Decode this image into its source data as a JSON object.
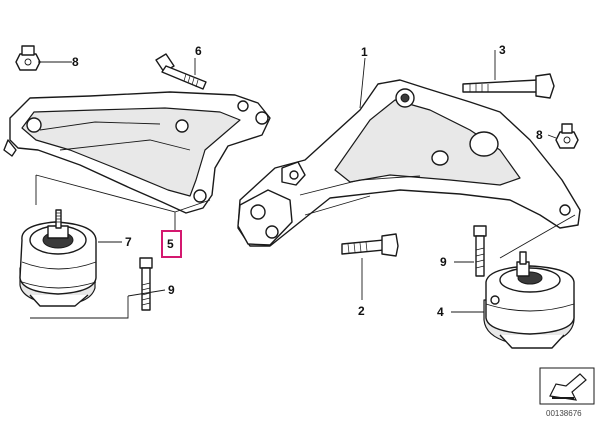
{
  "diagram": {
    "callouts": [
      {
        "id": "c1",
        "label": "1"
      },
      {
        "id": "c2",
        "label": "2"
      },
      {
        "id": "c3",
        "label": "3"
      },
      {
        "id": "c4",
        "label": "4"
      },
      {
        "id": "c5",
        "label": "5",
        "highlighted": true
      },
      {
        "id": "c6",
        "label": "6"
      },
      {
        "id": "c7",
        "label": "7"
      },
      {
        "id": "c8a",
        "label": "8"
      },
      {
        "id": "c8b",
        "label": "8"
      },
      {
        "id": "c9a",
        "label": "9"
      },
      {
        "id": "c9b",
        "label": "9"
      }
    ],
    "highlight_color": "#d4186f",
    "diagram_number": "00138676",
    "icons": [
      "nav-arrow-icon"
    ]
  }
}
